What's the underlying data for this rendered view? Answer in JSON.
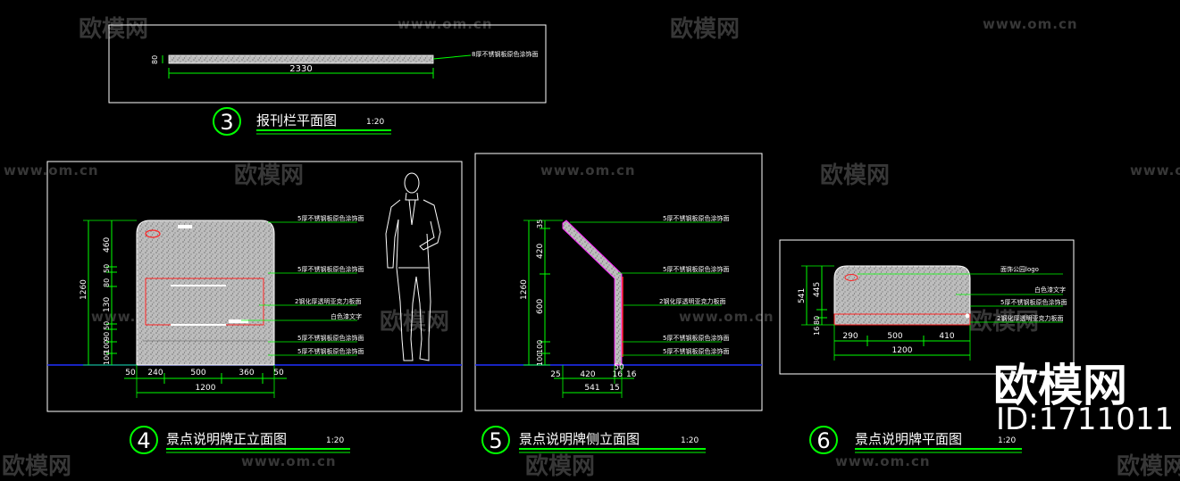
{
  "watermark": {
    "logo": "欧模网",
    "url": "www.om.cn"
  },
  "stamp": {
    "brand": "欧模网",
    "id": "ID:1711011"
  },
  "colors": {
    "frame": "#ffffff",
    "dim": "#00ff00",
    "text": "#ffffff",
    "ground": "#2030ff",
    "accent": "#ff2020",
    "note": "#ffffff"
  },
  "d3": {
    "num": "3",
    "title": "报刊栏平面图",
    "scale": "1:20",
    "dims": {
      "h": "80",
      "w": "2330"
    },
    "note": "8厚不锈钢板原色涂饰面"
  },
  "d4": {
    "num": "4",
    "title": "景点说明牌正立面图",
    "scale": "1:20",
    "vdims": [
      "460",
      "50",
      "80",
      "130",
      "50",
      "90",
      "100",
      "100"
    ],
    "vtotal": "1260",
    "hdims": [
      "50",
      "240",
      "500",
      "360",
      "50"
    ],
    "htotal": "1200",
    "notes": [
      "5厚不锈钢板原色涂饰面",
      "5厚不锈钢板原色涂饰面",
      "2钢化厚透明亚克力板面",
      "白色漆文字",
      "5厚不锈钢板原色涂饰面",
      "5厚不锈钢板原色涂饰面"
    ]
  },
  "d5": {
    "num": "5",
    "title": "景点说明牌侧立面图",
    "scale": "1:20",
    "vdims": [
      "35",
      "420",
      "600",
      "100",
      "100"
    ],
    "vtotal": "1260",
    "hdims": [
      "25",
      "420",
      "50",
      "16",
      "16"
    ],
    "htotal": "541",
    "htotal2": "15",
    "notes": [
      "5厚不锈钢板原色涂饰面",
      "5厚不锈钢板原色涂饰面",
      "2钢化厚透明亚克力板面",
      "5厚不锈钢板原色涂饰面",
      "5厚不锈钢板原色涂饰面"
    ]
  },
  "d6": {
    "num": "6",
    "title": "景点说明牌平面图",
    "scale": "1:20",
    "vdims": [
      "445",
      "80",
      "16"
    ],
    "vtotal": "541",
    "hdims": [
      "290",
      "500",
      "410"
    ],
    "htotal": "1200",
    "notes": [
      "面饰公园logo",
      "白色漆文字",
      "5厚不锈钢板原色涂饰面",
      "2钢化厚透明亚克力板面"
    ]
  }
}
